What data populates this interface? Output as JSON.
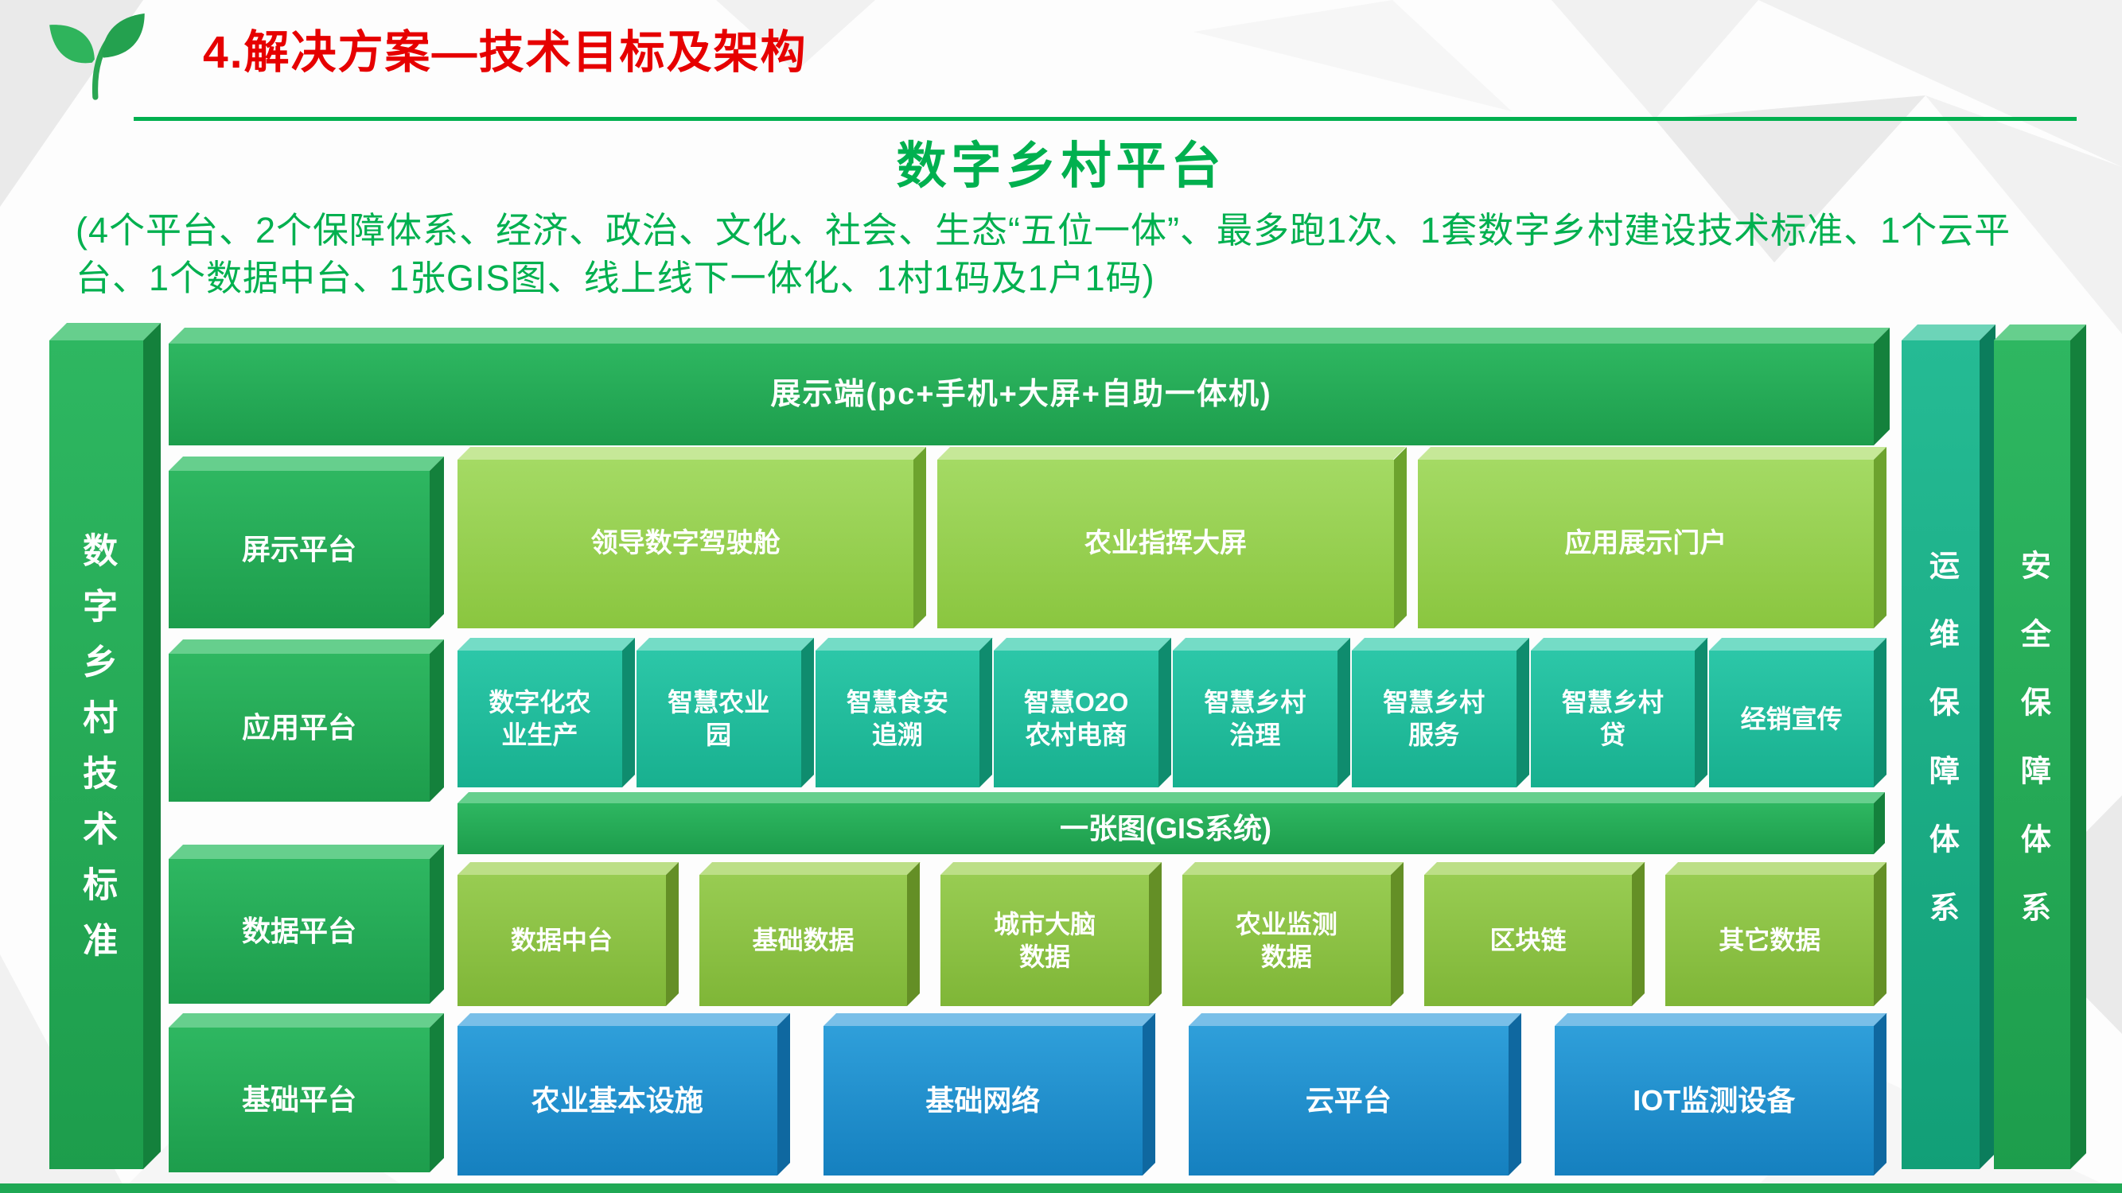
{
  "header": {
    "title": "4.解决方案—技术目标及架构",
    "subtitle": "数字乡村平台",
    "description": "(4个平台、2个保障体系、经济、政治、文化、社会、生态“五位一体”、最多跑1次、1套数字乡村建设技术标准、1个云平台、1个数据中台、1张GIS图、线上线下一体化、1村1码及1户1码)"
  },
  "diagram": {
    "left_pillar": "数字乡村技术标准",
    "top_bar": "展示端(pc+手机+大屏+自助一体机)",
    "gis_bar": "一张图(GIS系统)",
    "right_pillars": [
      "运维保障体系",
      "安全保障体系"
    ],
    "rows": [
      {
        "label": "屏示平台",
        "items": [
          "领导数字驾驶舱",
          "农业指挥大屏",
          "应用展示门户"
        ]
      },
      {
        "label": "应用平台",
        "items": [
          "数字化农业生产",
          "智慧农业园",
          "智慧食安追溯",
          "智慧O2O农村电商",
          "智慧乡村治理",
          "智慧乡村服务",
          "智慧乡村贷",
          "经销宣传"
        ]
      },
      {
        "label": "数据平台",
        "items": [
          "数据中台",
          "基础数据",
          "城市大脑数据",
          "农业监测数据",
          "区块链",
          "其它数据"
        ]
      },
      {
        "label": "基础平台",
        "items": [
          "农业基本设施",
          "基础网络",
          "云平台",
          "IOT监测设备"
        ]
      }
    ]
  },
  "icons": {
    "logo": "leaf-icon"
  },
  "colors": {
    "title_red": "#e60000",
    "accent_green": "#00b04f",
    "block_green": "#22a855",
    "block_light_green": "#94d14e",
    "block_teal": "#1fbc9c",
    "block_olive": "#88c241",
    "block_blue": "#1b8fd0",
    "pillar_teal": "#17b38c",
    "bottom_strip": "#1fa854"
  }
}
